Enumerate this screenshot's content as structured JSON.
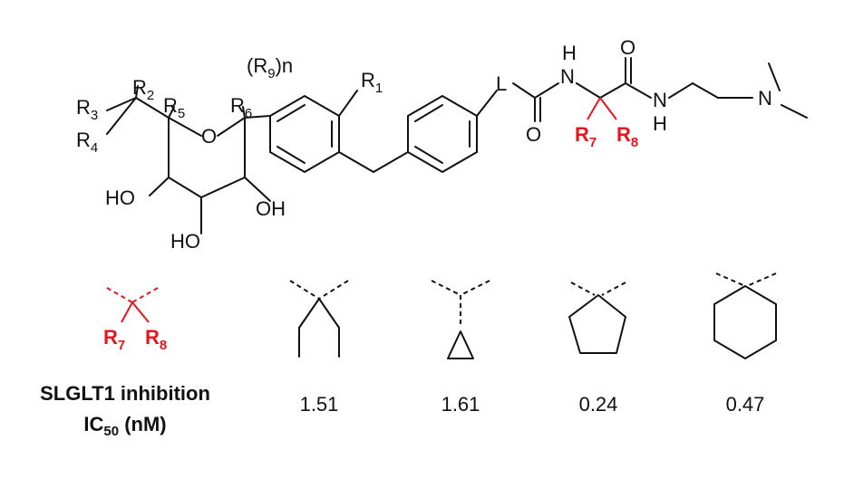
{
  "labels": {
    "r1": "R1",
    "r2": "R2",
    "r3": "R3",
    "r4": "R4",
    "r5": "R5",
    "r6": "R6",
    "r7": "R7",
    "r8": "R8",
    "r9n": "(R9)n",
    "L": "L",
    "O_ring": "O",
    "HO_left": "HO",
    "OH_right": "OH",
    "HO_bottom": "HO",
    "NH_top": "N",
    "H_top": "H",
    "O_carbonyl1": "O",
    "O_carbonyl2": "O",
    "NH_amide": "N",
    "H_amide": "H",
    "N_dimethyl": "N"
  },
  "legend": {
    "row_title": "SLGLT1 inhibition",
    "row_units": "IC50 (nM)"
  },
  "values": [
    "1.51",
    "1.61",
    "0.24",
    "0.47"
  ],
  "colors": {
    "highlight": "#e8141e",
    "ink": "#111111"
  }
}
